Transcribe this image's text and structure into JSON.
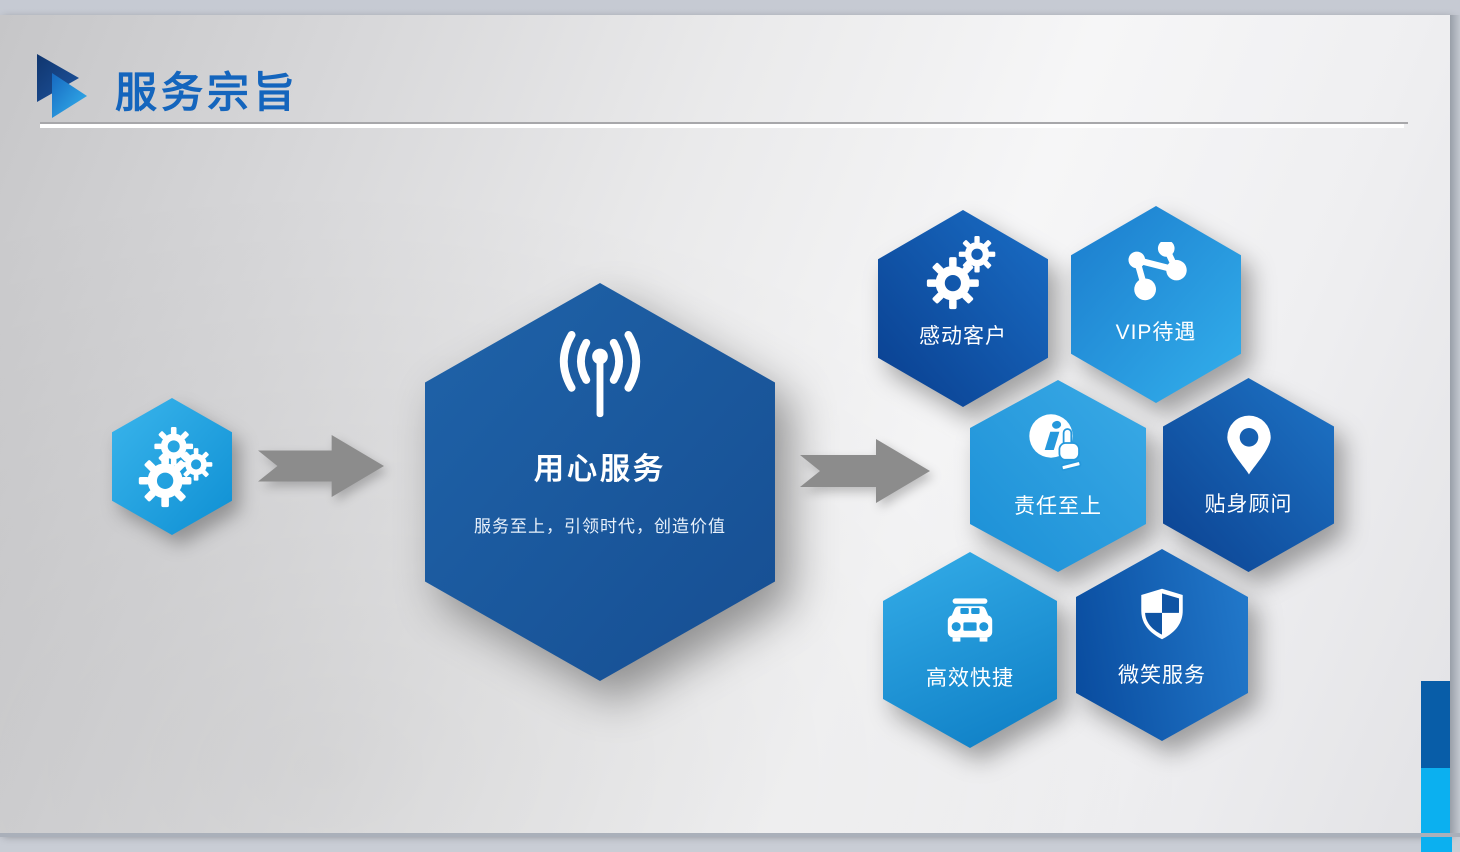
{
  "slide": {
    "title": "服务宗旨",
    "process": {
      "input_hex": {
        "icon": "gears"
      },
      "arrows": [
        "arrow-right",
        "arrow-right"
      ],
      "center": {
        "icon": "broadcast-antenna",
        "heading": "用心服务",
        "tagline": "服务至上，引领时代，创造价值"
      },
      "outcomes": [
        {
          "label": "感动客户",
          "icon": "gears",
          "tone": "dark-blue"
        },
        {
          "label": "VIP待遇",
          "icon": "share-nodes",
          "tone": "light-blue"
        },
        {
          "label": "责任至上",
          "icon": "info-hand",
          "tone": "light-blue"
        },
        {
          "label": "贴身顾问",
          "icon": "location-pin",
          "tone": "dark-blue"
        },
        {
          "label": "高效快捷",
          "icon": "car",
          "tone": "light-blue"
        },
        {
          "label": "微笑服务",
          "icon": "shield-check",
          "tone": "dark-blue"
        }
      ]
    },
    "colors": {
      "title_blue": "#1465bd",
      "center_hex_blue": "#1a579c",
      "dark_hex_blue": "#0c4493",
      "light_hex_blue": "#2aa2e3",
      "cyan_hex": "#18a2e2",
      "arrow_gray": "#8c8c8c",
      "accent_bar_dark": "#085da8",
      "accent_bar_cyan": "#0bb0f0"
    }
  }
}
